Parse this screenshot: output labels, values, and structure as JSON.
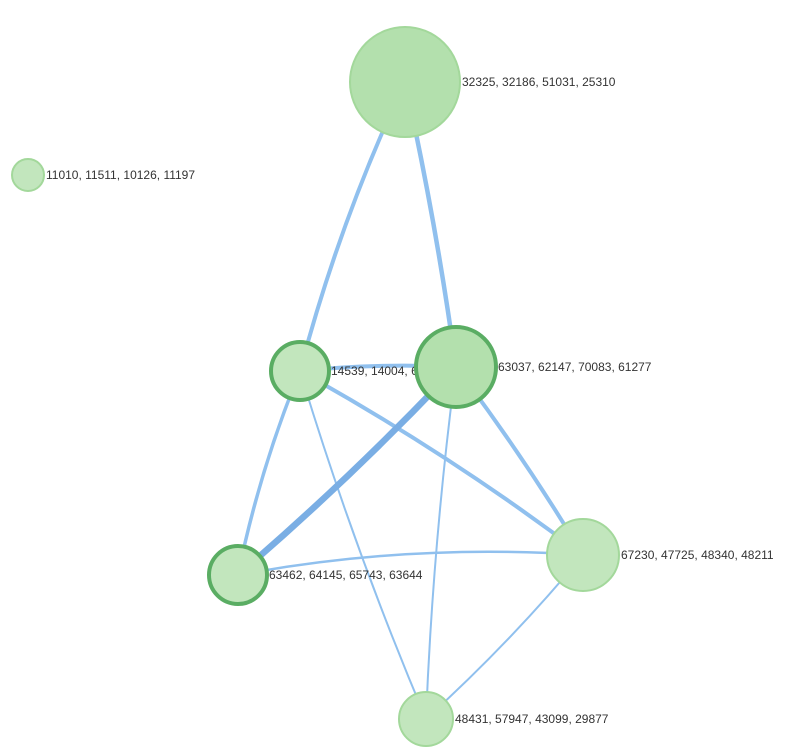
{
  "graph": {
    "colors": {
      "node_fill": "#b3e0ad",
      "node_fill_light": "#c2e6bd",
      "node_stroke": "#a3d89b",
      "node_stroke_highlight": "#5aad63",
      "edge": "#90c0ee",
      "edge_strong": "#7aaee4",
      "label": "#333333"
    },
    "nodes": [
      {
        "id": "n1",
        "label": "32325, 32186, 51031, 25310",
        "highlighted": false
      },
      {
        "id": "n2",
        "label": "11010, 11511, 10126, 11197",
        "highlighted": false
      },
      {
        "id": "n3",
        "label": "14539, 14004, 68487, 65772",
        "highlighted": true
      },
      {
        "id": "n4",
        "label": "63037, 62147, 70083, 61277",
        "highlighted": true
      },
      {
        "id": "n5",
        "label": "63462, 64145, 65743, 63644",
        "highlighted": true
      },
      {
        "id": "n6",
        "label": "67230, 47725, 48340, 48211",
        "highlighted": false
      },
      {
        "id": "n7",
        "label": "48431, 57947, 43099, 29877",
        "highlighted": false
      }
    ],
    "edges": [
      {
        "source": "n1",
        "target": "n3"
      },
      {
        "source": "n1",
        "target": "n4"
      },
      {
        "source": "n3",
        "target": "n4"
      },
      {
        "source": "n3",
        "target": "n5"
      },
      {
        "source": "n3",
        "target": "n6"
      },
      {
        "source": "n3",
        "target": "n7"
      },
      {
        "source": "n4",
        "target": "n5"
      },
      {
        "source": "n4",
        "target": "n6"
      },
      {
        "source": "n4",
        "target": "n7"
      },
      {
        "source": "n5",
        "target": "n6"
      },
      {
        "source": "n6",
        "target": "n7"
      }
    ]
  }
}
